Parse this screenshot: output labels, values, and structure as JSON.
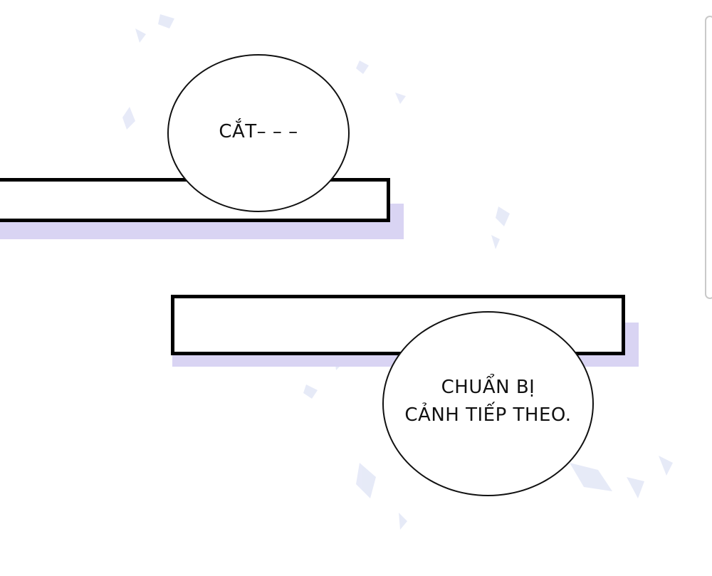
{
  "bubbles": {
    "top": {
      "text": "CẮT– – –"
    },
    "bottom": {
      "lines": [
        "CHUẨN BỊ",
        "CẢNH TIẾP THEO."
      ]
    }
  },
  "colors": {
    "background": "#ffffff",
    "panel_border": "#000000",
    "panel_shadow": "#d9d4f3",
    "sparkle": "#dde3f5"
  }
}
